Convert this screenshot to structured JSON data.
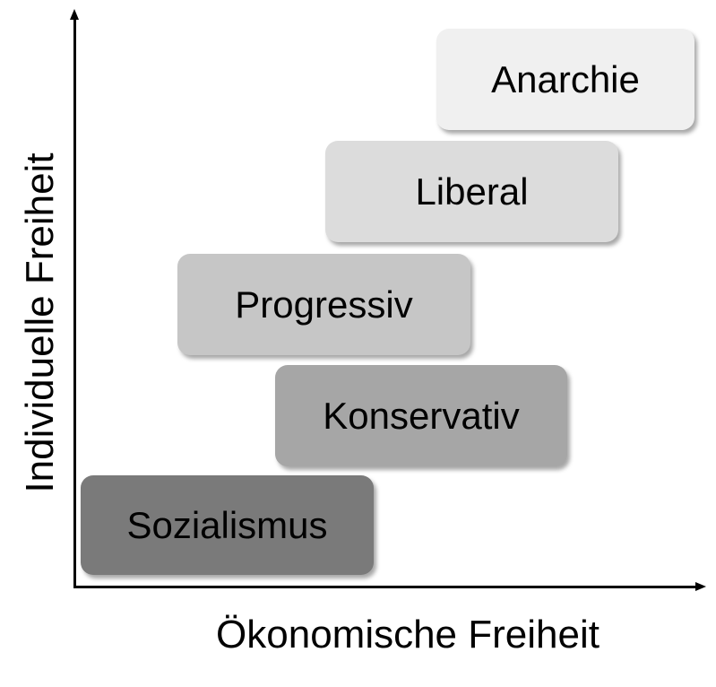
{
  "axes": {
    "y_label": "Individuelle Freiheit",
    "x_label": "Ökonomische Freiheit"
  },
  "boxes": [
    {
      "label": "Anarchie",
      "color": "#f0f0f0"
    },
    {
      "label": "Liberal",
      "color": "#dcdcdc"
    },
    {
      "label": "Progressiv",
      "color": "#c6c6c6"
    },
    {
      "label": "Konservativ",
      "color": "#a6a6a6"
    },
    {
      "label": "Sozialismus",
      "color": "#7a7a7a"
    }
  ]
}
